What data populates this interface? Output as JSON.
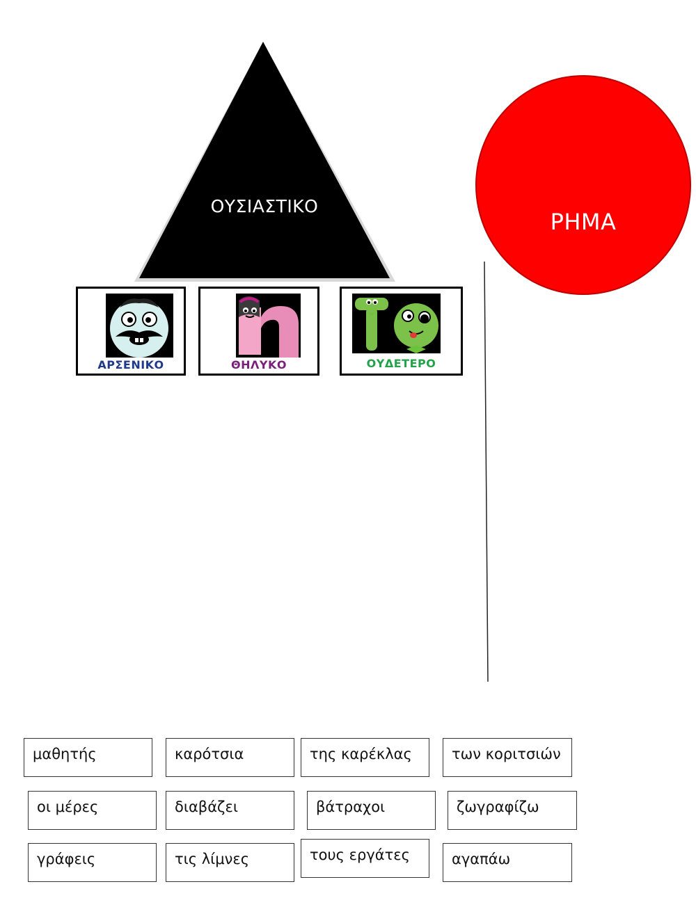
{
  "noun_triangle": {
    "label": "ΟΥΣΙΑΣΤΙΚΟ",
    "fill": "#000000"
  },
  "verb_circle": {
    "label": "ΡΗΜΑ",
    "fill": "#ff0000"
  },
  "genders": [
    {
      "label": "ΑΡΣΕΝΙΚΟ",
      "color": "#1f3a8a",
      "icon": "masculine-mustache-face-icon"
    },
    {
      "label": "ΘΗΛΥΚΟ",
      "color": "#7a1f7a",
      "icon": "feminine-eta-letter-icon"
    },
    {
      "label": "ΟΥΔΕΤΕΡΟ",
      "color": "#22a34a",
      "icon": "neuter-tau-omicron-letters-icon"
    }
  ],
  "words": [
    "μαθητής",
    "καρότσια",
    "της καρέκλας",
    "των κοριτσιών",
    "οι μέρες",
    "διαβάζει",
    "βάτραχοι",
    "ζωγραφίζω",
    "γράφεις",
    "τις λίμνες",
    "τους εργάτες",
    "αγαπάω"
  ]
}
